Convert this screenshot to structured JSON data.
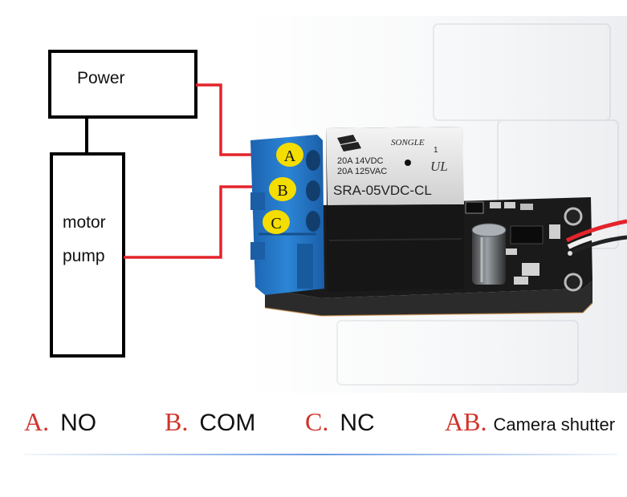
{
  "diagram": {
    "power_label": "Power",
    "motor_label_line1": "motor",
    "motor_label_line2": "pump",
    "terminals": [
      "A",
      "B",
      "C"
    ],
    "relay": {
      "brand": "SONGLE",
      "rating_line1": "20A 14VDC",
      "rating_line2": "20A 125VAC",
      "model": "SRA-05VDC-CL",
      "cert_mark": "UL",
      "pin_mark": "1"
    }
  },
  "legend": [
    {
      "letter": "A.",
      "desc": "NO"
    },
    {
      "letter": "B.",
      "desc": "COM"
    },
    {
      "letter": "C.",
      "desc": "NC"
    },
    {
      "letter": "AB.",
      "desc": "Camera shutter"
    }
  ],
  "colors": {
    "wire": "#e3242b",
    "terminal_block": "#1f73c4",
    "terminal_marker": "#f4dd00",
    "relay_body": "#151515",
    "pcb": "#1a1a1a"
  }
}
